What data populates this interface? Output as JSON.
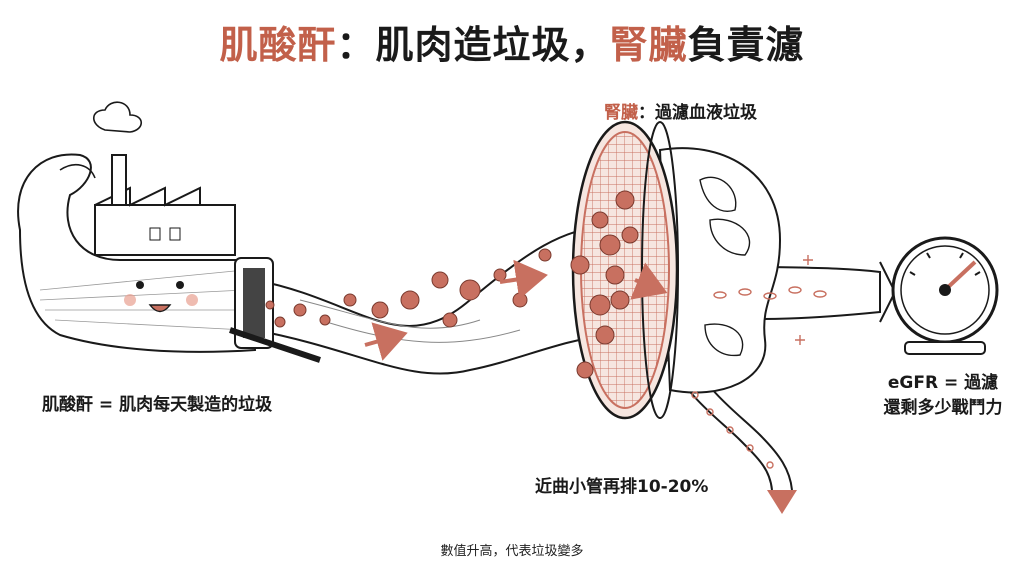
{
  "title": {
    "part1": "肌酸酐",
    "part2": "：肌肉造垃圾，",
    "part3": "腎臟",
    "part4": "負責濾"
  },
  "kidney_label": {
    "name": "腎臟",
    "desc": "：過濾血液垃圾"
  },
  "muscle_label": "肌酸酐 = 肌肉每天製造的垃圾",
  "egfr_label": {
    "line1": "eGFR = 過濾",
    "line2": "還剩多少戰鬥力"
  },
  "tubule_label": "近曲小管再排10-20%",
  "footer": "數值升高，代表垃圾變多",
  "colors": {
    "accent": "#c2604a",
    "particle": "#c87060",
    "ink": "#1a1a1a"
  }
}
